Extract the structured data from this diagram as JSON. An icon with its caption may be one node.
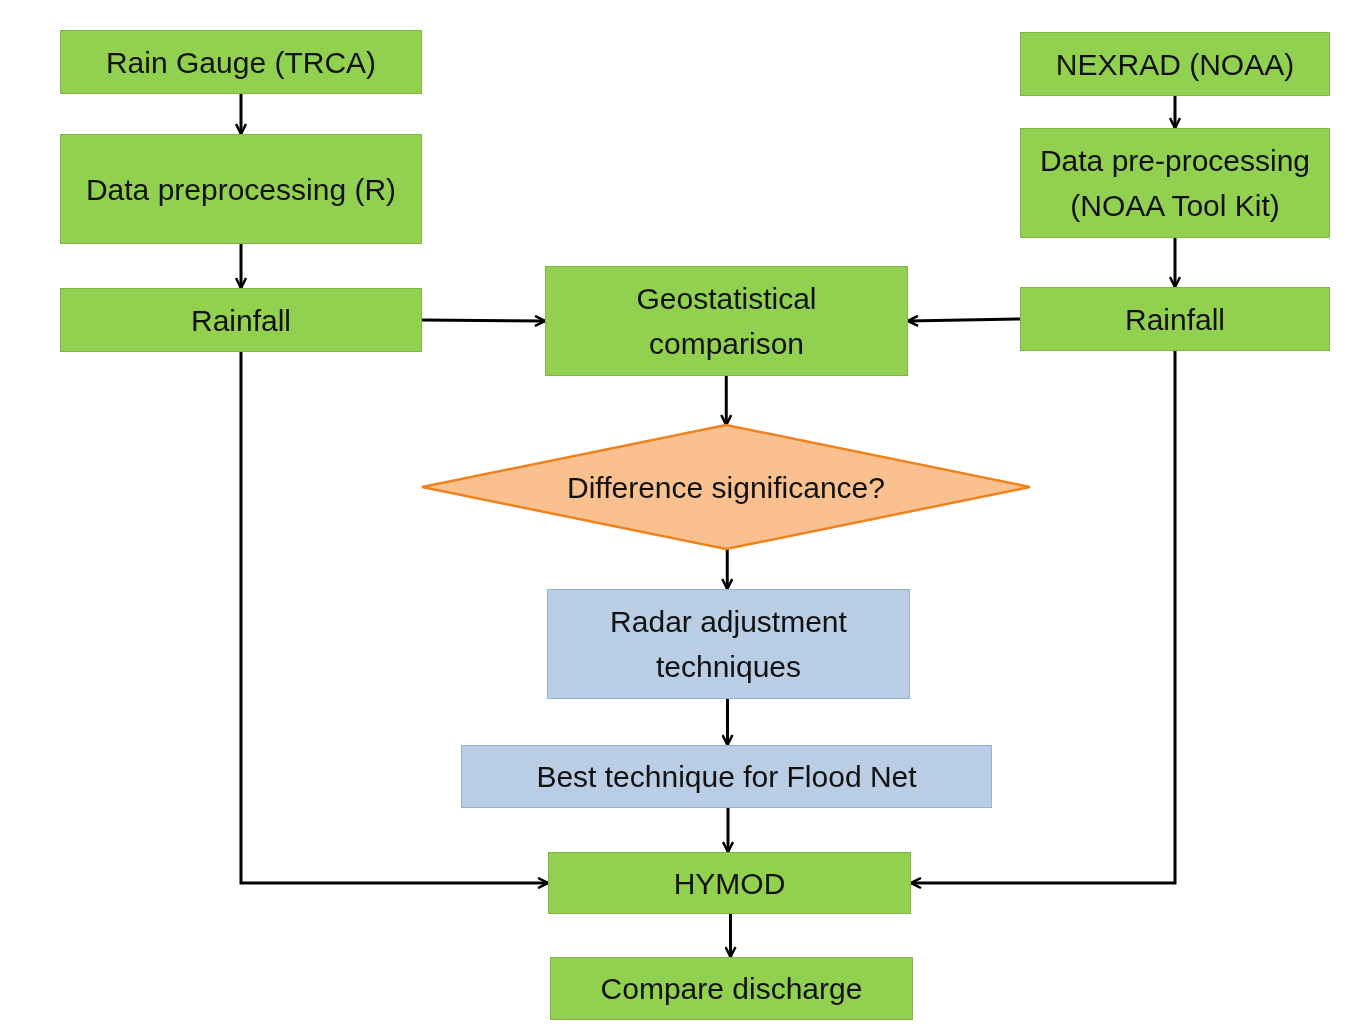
{
  "diagram": {
    "nodes": [
      {
        "text": [
          "Rain Gauge (TRCA)"
        ]
      },
      {
        "text": [
          "Data preprocessing (R)"
        ]
      },
      {
        "text": [
          "Rainfall"
        ]
      },
      {
        "text": [
          "NEXRAD (NOAA)"
        ]
      },
      {
        "text": [
          "Data pre-processing (NOAA Tool Kit)"
        ]
      },
      {
        "text": [
          "Rainfall"
        ]
      },
      {
        "text": [
          "Geostatistical comparison"
        ]
      },
      {
        "text": [
          "Difference significance?"
        ]
      },
      {
        "text": [
          "Radar adjustment techniques"
        ]
      },
      {
        "text": [
          "Best technique for Flood Net"
        ]
      },
      {
        "text": [
          "HYMOD"
        ]
      },
      {
        "text": [
          "Compare discharge"
        ]
      }
    ],
    "edges": [
      {
        "from": 0,
        "to": 1,
        "arrow": "to"
      },
      {
        "from": 1,
        "to": 2,
        "arrow": "to"
      },
      {
        "from": 3,
        "to": 4,
        "arrow": "to"
      },
      {
        "from": 4,
        "to": 5,
        "arrow": "to"
      },
      {
        "from": 2,
        "to": 6,
        "arrow": "to"
      },
      {
        "from": 5,
        "to": 6,
        "arrow": "to"
      },
      {
        "from": 6,
        "to": 7,
        "arrow": "to"
      },
      {
        "from": 7,
        "to": 8,
        "arrow": "to"
      },
      {
        "from": 8,
        "to": 9,
        "arrow": "to"
      },
      {
        "from": 9,
        "to": 10,
        "arrow": "to"
      },
      {
        "from": 2,
        "to": 10,
        "arrow": "to"
      },
      {
        "from": 5,
        "to": 10,
        "arrow": "to"
      },
      {
        "from": 10,
        "to": 11,
        "arrow": "to"
      }
    ]
  }
}
